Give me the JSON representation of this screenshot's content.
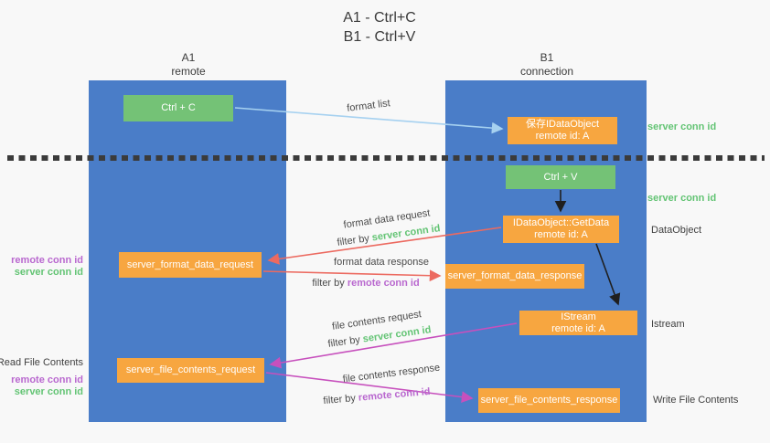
{
  "title": {
    "line1": "A1 - Ctrl+C",
    "line2": "B1 - Ctrl+V"
  },
  "columns": {
    "a1": {
      "name": "A1",
      "subtitle": "remote"
    },
    "b1": {
      "name": "B1",
      "subtitle": "connection"
    }
  },
  "nodes": {
    "ctrl_c": "Ctrl + C",
    "save_idataobject": {
      "line1": "保存IDataObject",
      "line2": "remote id: A"
    },
    "ctrl_v": "Ctrl + V",
    "getdata": {
      "line1": "IDataObject::GetData",
      "line2": "remote id: A"
    },
    "format_request": "server_format_data_request",
    "format_response": "server_format_data_response",
    "istream": {
      "line1": "IStream",
      "line2": "remote id: A"
    },
    "file_request": "server_file_contents_request",
    "file_response": "server_file_contents_response"
  },
  "edge_labels": {
    "format_list": "format list",
    "format_data_request": "format data request",
    "format_data_response": "format data response",
    "file_contents_request": "file contents request",
    "file_contents_response": "file contents response",
    "filter_by": "filter by",
    "server_conn_id": "server conn id",
    "remote_conn_id": "remote conn id"
  },
  "side_labels": {
    "server_conn_id_top": "server conn id",
    "server_conn_id_mid": "server conn id",
    "dataobject": "DataObject",
    "istream": "Istream",
    "write_file_contents": "Write File Contents",
    "read_file_contents": "Read File Contents",
    "remote_conn_id": "remote conn id",
    "server_conn_id": "server conn id"
  },
  "colors": {
    "column_blue": "#4a7dc8",
    "box_green": "#74c276",
    "box_orange": "#f7a640",
    "text_green": "#63c474",
    "text_purple": "#b968cf",
    "arrow_salmon": "#ec6a60",
    "arrow_magenta": "#c750bd",
    "arrow_lightblue": "#a6d1f0",
    "arrow_black": "#1f1f1f",
    "background": "#f8f8f8"
  }
}
